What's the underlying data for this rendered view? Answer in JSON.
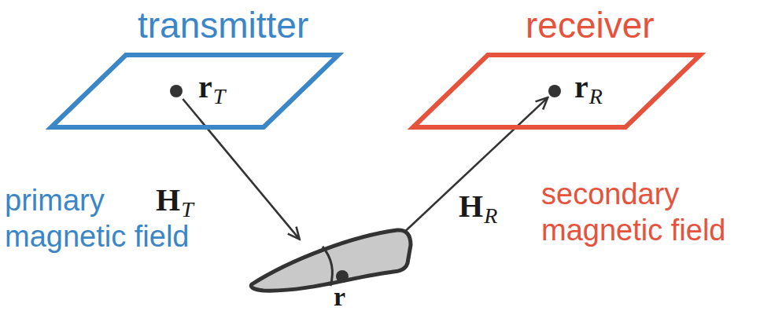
{
  "diagram": {
    "nodes": [
      {
        "text": [
          "transmitter",
          "rT"
        ]
      },
      {
        "text": [
          "receiver",
          "rR"
        ]
      },
      {
        "text": [
          "r"
        ]
      }
    ],
    "edges": [
      {
        "from": 0,
        "to": 2,
        "arrow": "to",
        "label": "HT"
      },
      {
        "from": 2,
        "to": 1,
        "arrow": "to",
        "label": "HR"
      }
    ],
    "labels": [
      "primary magnetic field",
      "secondary magnetic field"
    ]
  }
}
